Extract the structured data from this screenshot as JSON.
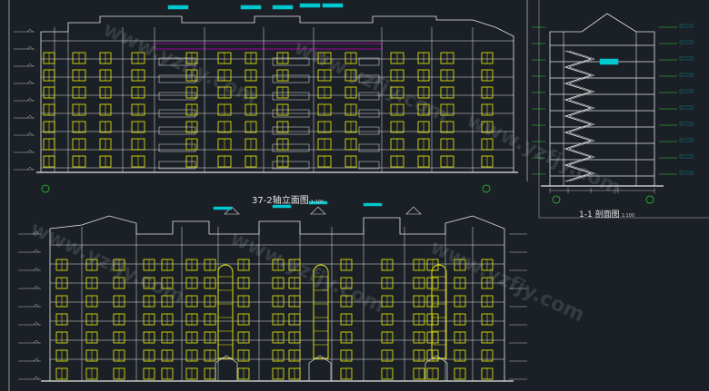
{
  "drawing": {
    "elevation_title": "37-2",
    "elevation_subtitle": "轴立面图",
    "elevation_scale": "1:100",
    "section_title": "1-1",
    "section_subtitle": "剖面图",
    "section_scale": "1:100",
    "watermark": "www.yzfjy.com"
  },
  "colors": {
    "background": "#1b2026",
    "lines": "#e6e6e6",
    "windows": "#f2f20a",
    "accent_magenta": "#c000c0",
    "dimension_cyan": "#00c8d0",
    "level_green": "#2fd62f"
  }
}
